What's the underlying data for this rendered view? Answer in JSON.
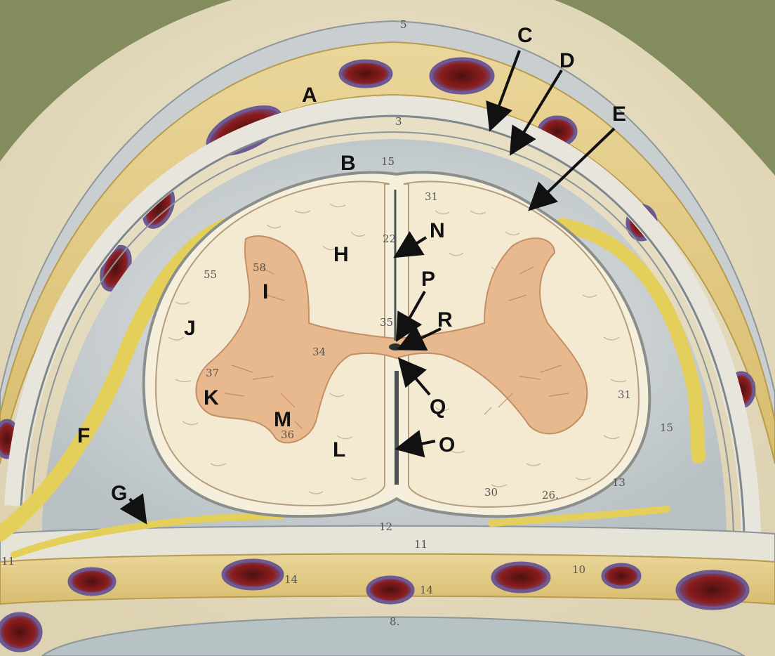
{
  "labels": {
    "A": "A",
    "B": "B",
    "C": "C",
    "D": "D",
    "E": "E",
    "F": "F",
    "G": "G",
    "H": "H",
    "I": "I",
    "J": "J",
    "K": "K",
    "L": "L",
    "M": "M",
    "N": "N",
    "O": "O",
    "P": "P",
    "Q": "Q",
    "R": "R"
  },
  "model_numbers": {
    "n5": "5",
    "n3": "3",
    "n15a": "15",
    "n31a": "31",
    "n22": "22",
    "n55": "55",
    "n58": "58",
    "n35": "35",
    "n34": "34",
    "n37": "37",
    "n36": "36",
    "n31b": "31",
    "n15b": "15",
    "n13": "13",
    "n30": "30",
    "n26": "26.",
    "n12": "12",
    "n11": "11",
    "n14a": "14",
    "n14b": "14",
    "n10": "10",
    "n8": "8.",
    "n11b": "11"
  }
}
